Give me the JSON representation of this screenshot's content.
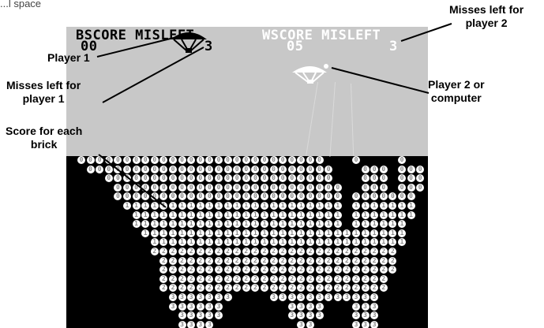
{
  "top_fragment": "...l space",
  "hud": {
    "left_header": "BSCORE MISLEFT",
    "left_score": "00",
    "left_misses": "3",
    "right_header": "WSCORE MISLEFT",
    "right_score": "05",
    "right_misses": "3"
  },
  "annotations": {
    "player1": "Player 1",
    "misses_p1": "Misses left for\nplayer 1",
    "score_brick": "Score for each\nbrick",
    "misses_p2": "Misses left for\nplayer 2",
    "player2": "Player 2 or\ncomputer"
  },
  "colors": {
    "field": "#c8c8c8",
    "screen": "#000000",
    "brick": "#ffffff",
    "brick_text": "#888888",
    "player1_paddle": "#000000",
    "player2_paddle": "#ffffff"
  },
  "icons": {
    "player1": "parachute-paddle-dark-icon",
    "player2": "parachute-paddle-light-icon"
  }
}
